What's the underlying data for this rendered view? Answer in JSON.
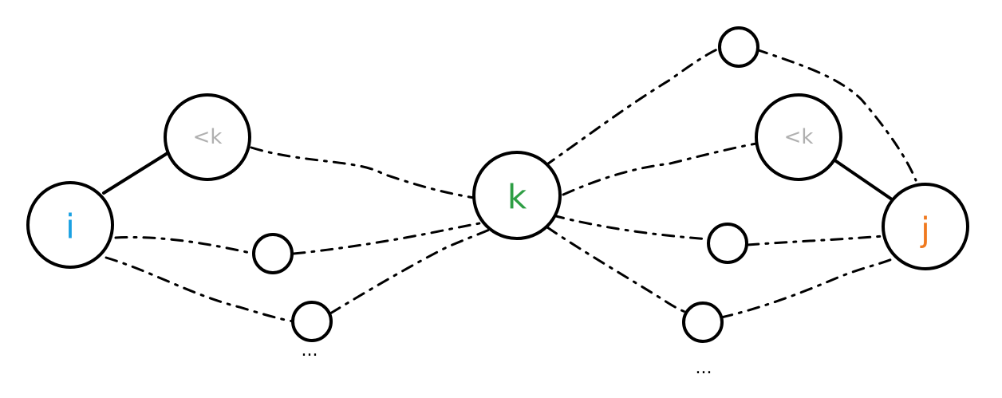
{
  "nodes": {
    "i": {
      "label": "i",
      "color": "#1ba1e2"
    },
    "k": {
      "label": "k",
      "color": "#2e9e44"
    },
    "j": {
      "label": "j",
      "color": "#f07a20"
    },
    "less_k_left": {
      "label": "<k",
      "color": "#b0b0b0"
    },
    "less_k_right": {
      "label": "<k",
      "color": "#b0b0b0"
    }
  },
  "ellipsis_left": "...",
  "ellipsis_right": "..."
}
